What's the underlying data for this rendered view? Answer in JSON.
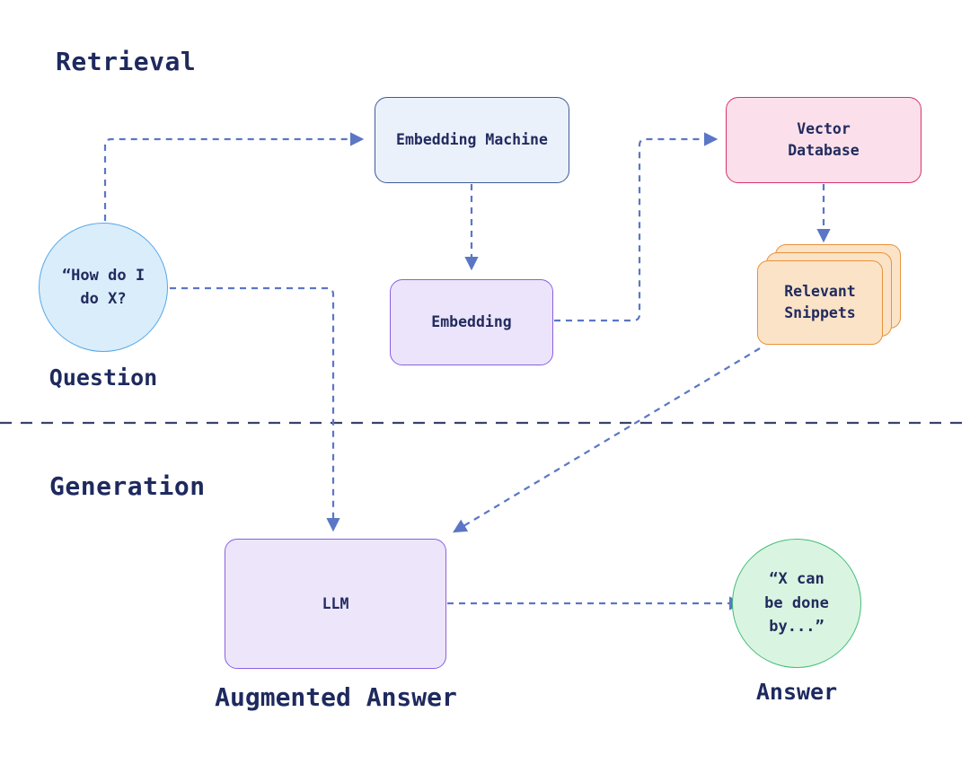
{
  "diagram": {
    "sections": {
      "retrieval_title": "Retrieval",
      "generation_title": "Generation"
    },
    "nodes": {
      "embedding_machine": {
        "label": "Embedding Machine"
      },
      "vector_database": {
        "label": "Vector\nDatabase"
      },
      "embedding": {
        "label": "Embedding"
      },
      "relevant_snippets": {
        "label": "Relevant\nSnippets"
      },
      "question": {
        "bubble_text": "“How do I\ndo X?",
        "caption": "Question"
      },
      "llm": {
        "label": "LLM",
        "caption": "Augmented Answer"
      },
      "answer": {
        "bubble_text": "“X can\nbe done\nby...”",
        "caption": "Answer"
      }
    },
    "edges": [
      {
        "from": "question",
        "to": "embedding_machine"
      },
      {
        "from": "embedding_machine",
        "to": "embedding"
      },
      {
        "from": "embedding",
        "to": "vector_database"
      },
      {
        "from": "vector_database",
        "to": "relevant_snippets"
      },
      {
        "from": "question",
        "to": "llm"
      },
      {
        "from": "relevant_snippets",
        "to": "llm"
      },
      {
        "from": "llm",
        "to": "answer"
      }
    ],
    "colors": {
      "text_navy": "#1e2a5e",
      "arrow_blue": "#5b76c5",
      "separator_navy": "#39426b",
      "embedding_machine_fill": "#eaf1fb",
      "embedding_machine_border": "#3f5a96",
      "vector_database_fill": "#fbe0eb",
      "vector_database_border": "#d6336c",
      "purple_fill": "#ece4fb",
      "purple_border": "#8b5fe0",
      "snippets_fill": "#fbe3c7",
      "snippets_border": "#e8923a",
      "question_fill": "#daedfb",
      "question_border": "#55a7e8",
      "answer_fill": "#d9f5e1",
      "answer_border": "#43bd78"
    }
  }
}
